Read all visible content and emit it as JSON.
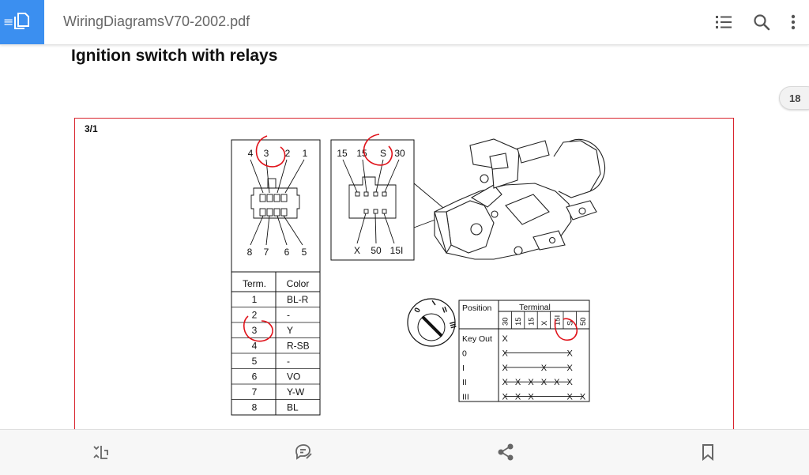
{
  "app": {
    "file_name": "WiringDiagramsV70-2002.pdf",
    "page_number": "18"
  },
  "page": {
    "heading": "Ignition switch with relays",
    "sheet_label": "3/1"
  },
  "connector_a": {
    "top_pins": [
      "4",
      "3",
      "2",
      "1"
    ],
    "bottom_pins": [
      "8",
      "7",
      "6",
      "5"
    ]
  },
  "connector_b": {
    "top_pins": [
      "15",
      "15",
      "S",
      "30"
    ],
    "bottom_pins": [
      "X",
      "50",
      "15I"
    ]
  },
  "terminal_table": {
    "headers": [
      "Term.",
      "Color"
    ],
    "rows": [
      {
        "term": "1",
        "color": "BL-R"
      },
      {
        "term": "2",
        "color": "-"
      },
      {
        "term": "3",
        "color": "Y"
      },
      {
        "term": "4",
        "color": "R-SB"
      },
      {
        "term": "5",
        "color": "-"
      },
      {
        "term": "6",
        "color": "VO"
      },
      {
        "term": "7",
        "color": "Y-W"
      },
      {
        "term": "8",
        "color": "BL"
      }
    ]
  },
  "position_table": {
    "position_header": "Position",
    "terminal_header": "Terminal",
    "terminals": [
      "30",
      "15",
      "15",
      "X",
      "15I",
      "S",
      "50"
    ],
    "rows": [
      {
        "label": "Key Out",
        "marks": [
          "X",
          "",
          "",
          "",
          "",
          "",
          ""
        ]
      },
      {
        "label": "0",
        "marks": [
          "X",
          "",
          "",
          "",
          "",
          "X",
          ""
        ]
      },
      {
        "label": "I",
        "marks": [
          "X",
          "",
          "",
          "X",
          "",
          "X",
          ""
        ]
      },
      {
        "label": "II",
        "marks": [
          "X",
          "X",
          "X",
          "X",
          "X",
          "X",
          ""
        ]
      },
      {
        "label": "III",
        "marks": [
          "X",
          "X",
          "X",
          "",
          "",
          "X",
          "X"
        ]
      }
    ]
  },
  "dial": {
    "labels": [
      "0",
      "I",
      "II",
      "III"
    ]
  },
  "colors": {
    "accent": "#3b8ff0",
    "frame": "#d9232d",
    "annotation": "#e0121a"
  }
}
